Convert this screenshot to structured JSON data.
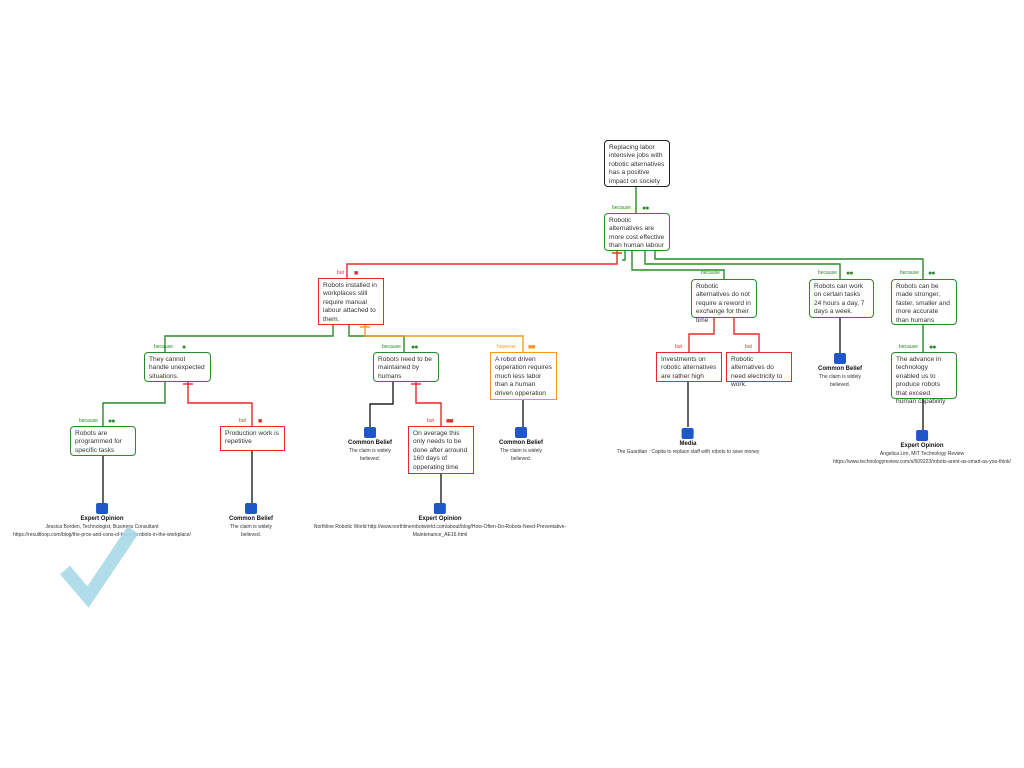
{
  "nodes": {
    "root": "Replacing labor intensive jobs with robotic alternatives has a positive impact on society",
    "a": "Robotic alternatives are more cost effective than human labour",
    "b": "Robots installed in workplaces still require manual labour attached to them.",
    "c": "Robotic alternatives do not require a reword in exchange for their time",
    "d": "Robots can work on certain tasks 24 hours a day, 7 days a week.",
    "e": "Robots can be made stronger, faster, smaller and more accurate than humans",
    "f": "They cannot handle unexpected situations.",
    "g": "Robots need to be maintained by humans",
    "h": "A robot driven opperation requires much less labor than a human driven opperation",
    "i": "Investments on robotic alternatives are rather high",
    "j": "Robotic alternatives do need electricity to work.",
    "k": "The advance in technology enabled us to produce robots that exceed human capability",
    "l": "Robots are programmed for specific tasks",
    "m": "Production work is repetitive",
    "n": "On average this only needs to be done after arround 160 days of opperating time"
  },
  "labels": {
    "because": "because",
    "but": "but",
    "however": "however"
  },
  "sources": [
    {
      "type": "Common Belief",
      "text": "The claim is widely believed."
    },
    {
      "type": "Common Belief",
      "text": "The claim is widely believed."
    },
    {
      "type": "Media",
      "text": "The Guardian : Capita to replace staff with robots to save money"
    },
    {
      "type": "Common Belief",
      "text": "The claim is widely believed."
    },
    {
      "type": "Expert Opinion",
      "text": "Angelica Lim, MIT Technology Review",
      "text2": "https://www.technologyreview.com/s/609223/robots-arent-as-smart-as-you-think/"
    },
    {
      "type": "Expert Opinion",
      "text": "Jessica Borden, Technologist, Business Consultant",
      "text2": "https://resultloop.com/blog/the-pros-and-cons-of-having-robots-in-the-workplace/"
    },
    {
      "type": "Common Belief",
      "text": "The claim is widely believed."
    },
    {
      "type": "Expert Opinion",
      "text": "Northline Robotic World http://www.northlinerobotworld.com/about/blog/How-Often-Do-Robots-Need-Preventative-",
      "text2": "Maintenance_AE16.html"
    }
  ],
  "colors": {
    "support": "#2a8a2a",
    "oppose": "#e8282a",
    "however": "#f39a1e",
    "check": "#a8d8e8"
  }
}
